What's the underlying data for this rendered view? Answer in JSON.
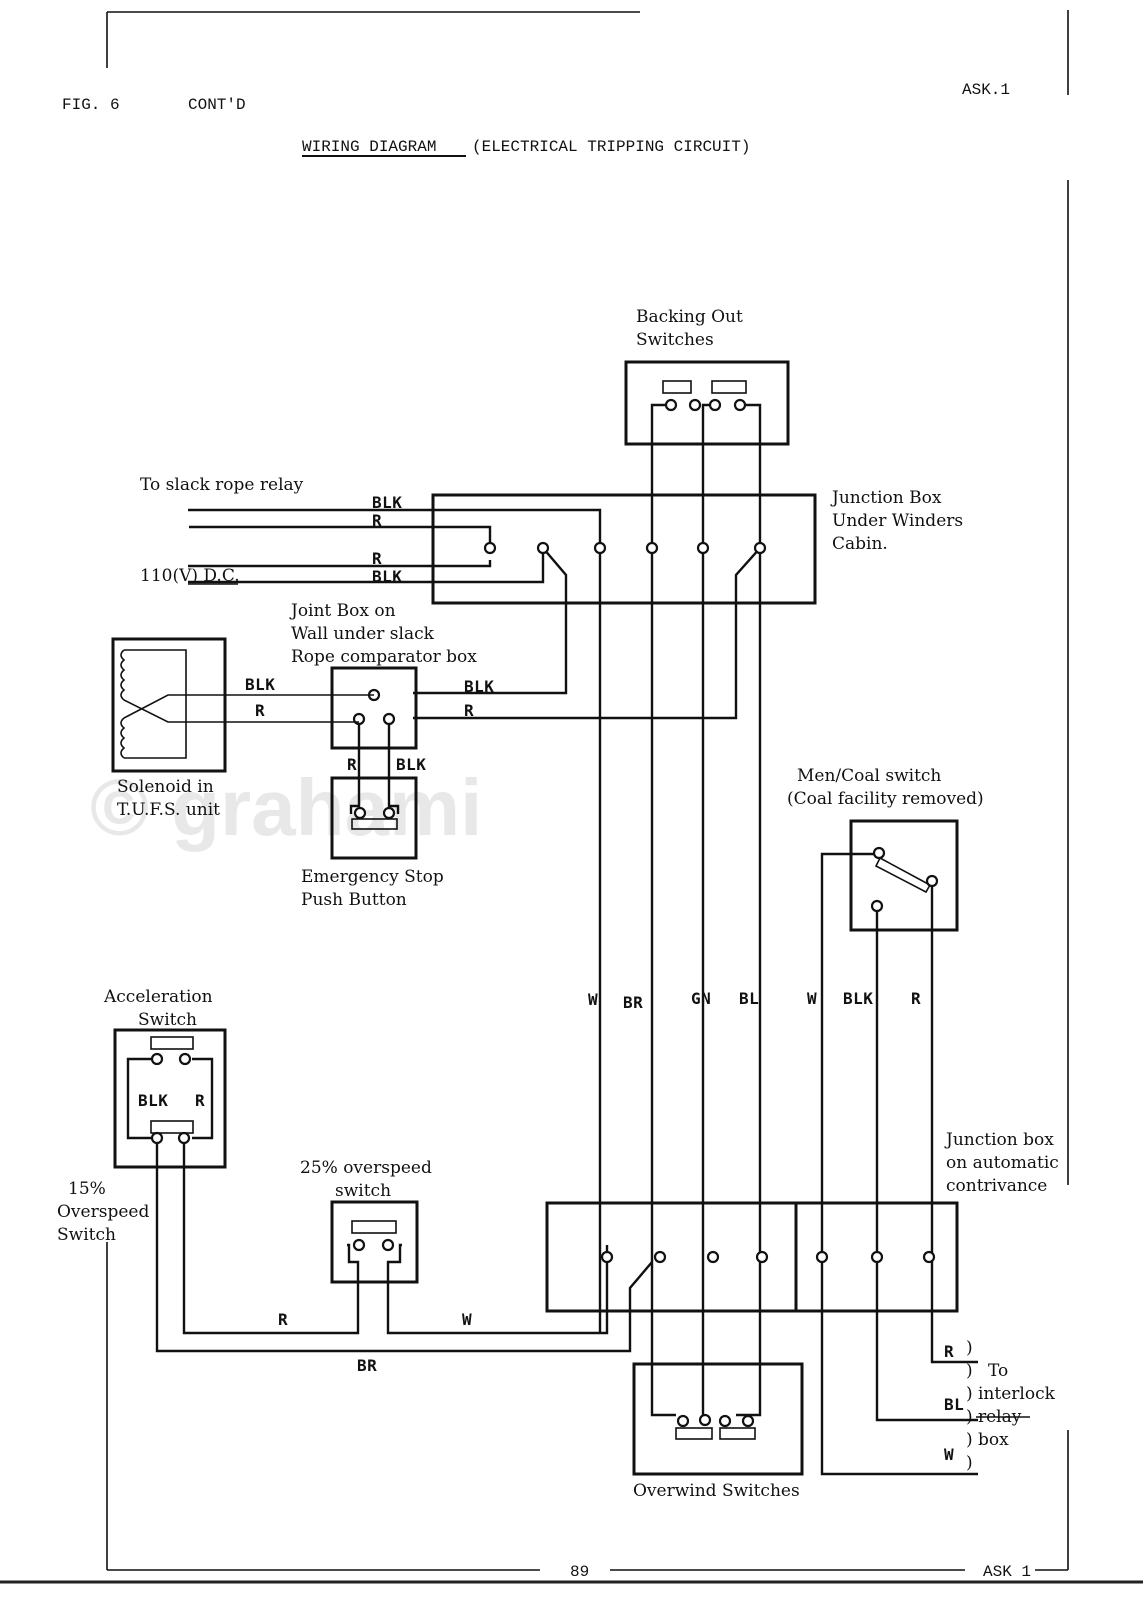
{
  "header": {
    "figure": "FIG. 6",
    "cont": "CONT'D",
    "ref_top": "ASK.1",
    "title_underlined": "WIRING DIAGRAM",
    "title_rest": "(ELECTRICAL TRIPPING CIRCUIT)"
  },
  "footer": {
    "page_number": "89",
    "ref_bottom": "ASK 1"
  },
  "watermark": "© grahami",
  "components": {
    "backing_out": [
      "Backing Out",
      "Switches"
    ],
    "junction_cabin": [
      "Junction Box",
      "Under Winders",
      "Cabin."
    ],
    "slack_rope": "To slack rope relay",
    "supply": "110(V) D.C.",
    "joint_box": [
      "Joint Box on",
      "Wall under slack",
      "Rope comparator box"
    ],
    "solenoid": [
      "Solenoid in",
      "T.U.F.S. unit"
    ],
    "emergency_stop": [
      "Emergency Stop",
      "Push Button"
    ],
    "men_coal": [
      "Men/Coal switch",
      "(Coal facility removed)"
    ],
    "acceleration": [
      "Acceleration",
      "Switch"
    ],
    "overspeed_15": [
      "15%",
      "Overspeed",
      "Switch"
    ],
    "overspeed_25": [
      "25% overspeed",
      "switch"
    ],
    "junction_auto": [
      "Junction box",
      "on automatic",
      "contrivance"
    ],
    "overwind": "Overwind Switches",
    "interlock": [
      "To",
      "interlock",
      "relay",
      "box"
    ]
  },
  "wire_labels": {
    "slack_blk": "BLK",
    "slack_r": "R",
    "supply_r": "R",
    "supply_blk": "BLK",
    "sol_blk": "BLK",
    "sol_r": "R",
    "joint_blk": "BLK",
    "joint_r": "R",
    "estop_r": "R",
    "estop_blk": "BLK",
    "vert": [
      "W",
      "BR",
      "GN",
      "BL",
      "W",
      "BLK",
      "R"
    ],
    "accel_blk": "BLK",
    "accel_r": "R",
    "bottom_r": "R",
    "bottom_w": "W",
    "bottom_br": "BR",
    "interlock_r": "R",
    "interlock_bl": "BL",
    "interlock_w": "W"
  }
}
